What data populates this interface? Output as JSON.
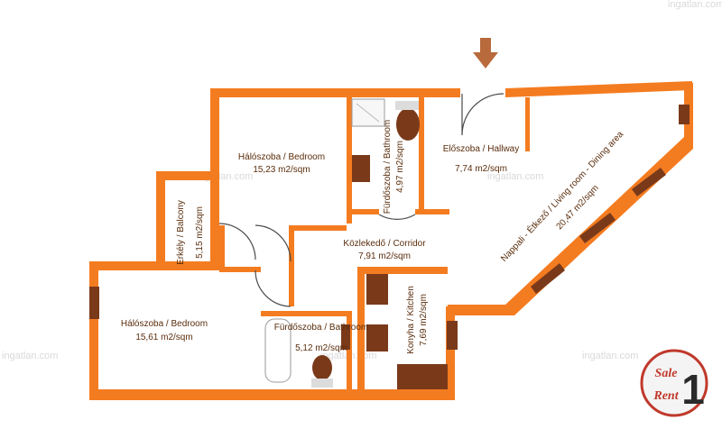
{
  "watermark": "ingatlan.com",
  "colors": {
    "wall": "#f47c20",
    "door_line": "#4a4a4a",
    "window": "#7a3a1a",
    "label": "#5a2d0c",
    "badge_border": "#c0392b"
  },
  "entrance_marker": "down-arrow-icon",
  "rooms": {
    "bedroom1": {
      "name": "Hálószoba / Bedroom",
      "area": "15,23 m2/sqm"
    },
    "bathroom1": {
      "name": "Fürdőszoba / Bathroom",
      "area": "4,97 m2/sqm"
    },
    "hallway": {
      "name": "Előszoba / Hallway",
      "area": "7,74 m2/sqm"
    },
    "balcony": {
      "name": "Erkély / Balcony",
      "area": "5,15 m2/sqm"
    },
    "corridor": {
      "name": "Közlekedő / Corridor",
      "area": "7,91 m2/sqm"
    },
    "living": {
      "name": "Nappali - Étkező / Living room - Dining area",
      "area": "20,47 m2/sqm"
    },
    "bedroom2": {
      "name": "Hálószoba / Bedroom",
      "area": "15,61 m2/sqm"
    },
    "bathroom2": {
      "name": "Fürdőszoba / Bathroom",
      "area": "5,12 m2/sqm"
    },
    "kitchen": {
      "name": "Konyha / Kitchen",
      "area": "7,69 m2/sqm"
    }
  },
  "badge": {
    "sale": "Sale",
    "rent": "Rent",
    "number": "1"
  }
}
